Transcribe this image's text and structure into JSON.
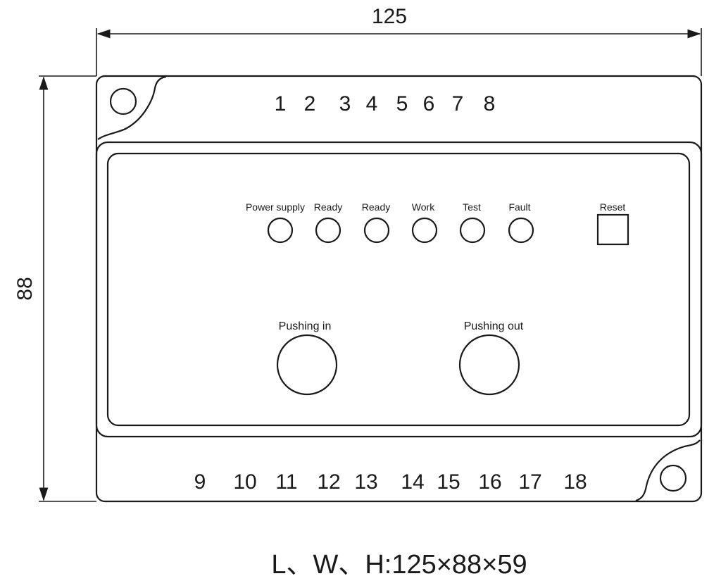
{
  "dimensions": {
    "length": "125",
    "height": "88"
  },
  "top_terminals": [
    "1",
    "2",
    "3",
    "4",
    "5",
    "6",
    "7",
    "8"
  ],
  "bottom_terminals": [
    "9",
    "10",
    "11",
    "12",
    "13",
    "14",
    "15",
    "16",
    "17",
    "18"
  ],
  "indicators": [
    "Power supply",
    "Ready",
    "Ready",
    "Work",
    "Test",
    "Fault"
  ],
  "reset_label": "Reset",
  "buttons": {
    "push_in": "Pushing in",
    "push_out": "Pushing out"
  },
  "caption": "L、W、H:125×88×59"
}
